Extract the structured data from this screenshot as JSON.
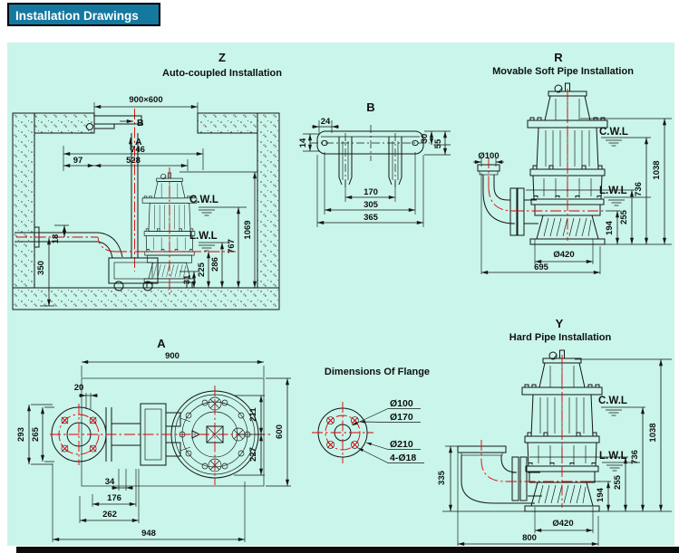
{
  "title_bar": {
    "label": "Installation Drawings"
  },
  "water_levels": {
    "cwl": "C.W.L",
    "lwl": "L.W.L"
  },
  "drawings": {
    "z": {
      "code": "Z",
      "title": "Auto-coupled Installation",
      "view_b": "B",
      "view_a": "A",
      "dims": {
        "hatch": "900×600",
        "w746": "746",
        "w528": "528",
        "w97": "97",
        "h18": "18",
        "h350": "350",
        "h1069": "1069",
        "h767": "767",
        "h286": "286",
        "h225": "225",
        "h31": "31"
      }
    },
    "b": {
      "code": "B",
      "dims": {
        "w24": "24",
        "h14": "14",
        "h30": "30",
        "h55": "55",
        "w170": "170",
        "w305": "305",
        "w365": "365"
      }
    },
    "r": {
      "code": "R",
      "title": "Movable Soft Pipe Installation",
      "dims": {
        "dia100": "Ø100",
        "h1038": "1038",
        "h736": "736",
        "h255": "255",
        "h194": "194",
        "dia420": "Ø420",
        "w695": "695"
      }
    },
    "y": {
      "code": "Y",
      "title": "Hard Pipe Installation",
      "dims": {
        "h335": "335",
        "h1038": "1038",
        "h736": "736",
        "h255": "255",
        "h194": "194",
        "dia420": "Ø420",
        "w800": "800"
      }
    },
    "a": {
      "code": "A",
      "dims": {
        "w900": "900",
        "h600": "600",
        "h211": "211",
        "h227": "227",
        "w20": "20",
        "h293": "293",
        "h265": "265",
        "w34": "34",
        "w176": "176",
        "w262": "262",
        "w948": "948"
      }
    },
    "flange": {
      "title": "Dimensions Of Flange",
      "labels": {
        "bore": "Ø100",
        "bolt_circle": "Ø170",
        "outer": "Ø210",
        "holes": "4-Ø18"
      }
    }
  },
  "colors": {
    "panel_bg": "#c9f5ea",
    "title_bg": "#15789f",
    "centerline_red": "#e00000",
    "line": "#151515"
  }
}
